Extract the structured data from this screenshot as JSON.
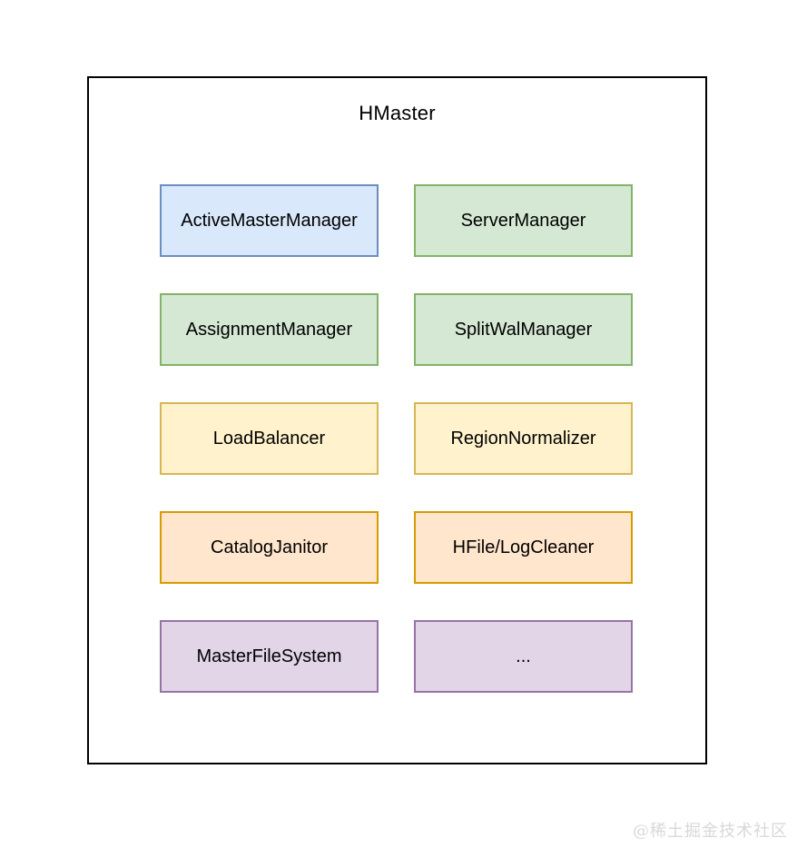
{
  "diagram": {
    "title": "HMaster",
    "boxes": [
      {
        "label": "ActiveMasterManager",
        "fill": "#dae8fc",
        "border": "#6c8ebf"
      },
      {
        "label": "ServerManager",
        "fill": "#d5e8d4",
        "border": "#82b366"
      },
      {
        "label": "AssignmentManager",
        "fill": "#d5e8d4",
        "border": "#82b366"
      },
      {
        "label": "SplitWalManager",
        "fill": "#d5e8d4",
        "border": "#82b366"
      },
      {
        "label": "LoadBalancer",
        "fill": "#fff2cc",
        "border": "#d6b656"
      },
      {
        "label": "RegionNormalizer",
        "fill": "#fff2cc",
        "border": "#d6b656"
      },
      {
        "label": "CatalogJanitor",
        "fill": "#ffe6cc",
        "border": "#d79b00"
      },
      {
        "label": "HFile/LogCleaner",
        "fill": "#ffe6cc",
        "border": "#d79b00"
      },
      {
        "label": "MasterFileSystem",
        "fill": "#e1d5e7",
        "border": "#9673a6"
      },
      {
        "label": "...",
        "fill": "#e1d5e7",
        "border": "#9673a6"
      }
    ],
    "outer_border_color": "#000000"
  },
  "watermark": {
    "text": "@稀土掘金技术社区",
    "color": "#d8d8d8"
  }
}
